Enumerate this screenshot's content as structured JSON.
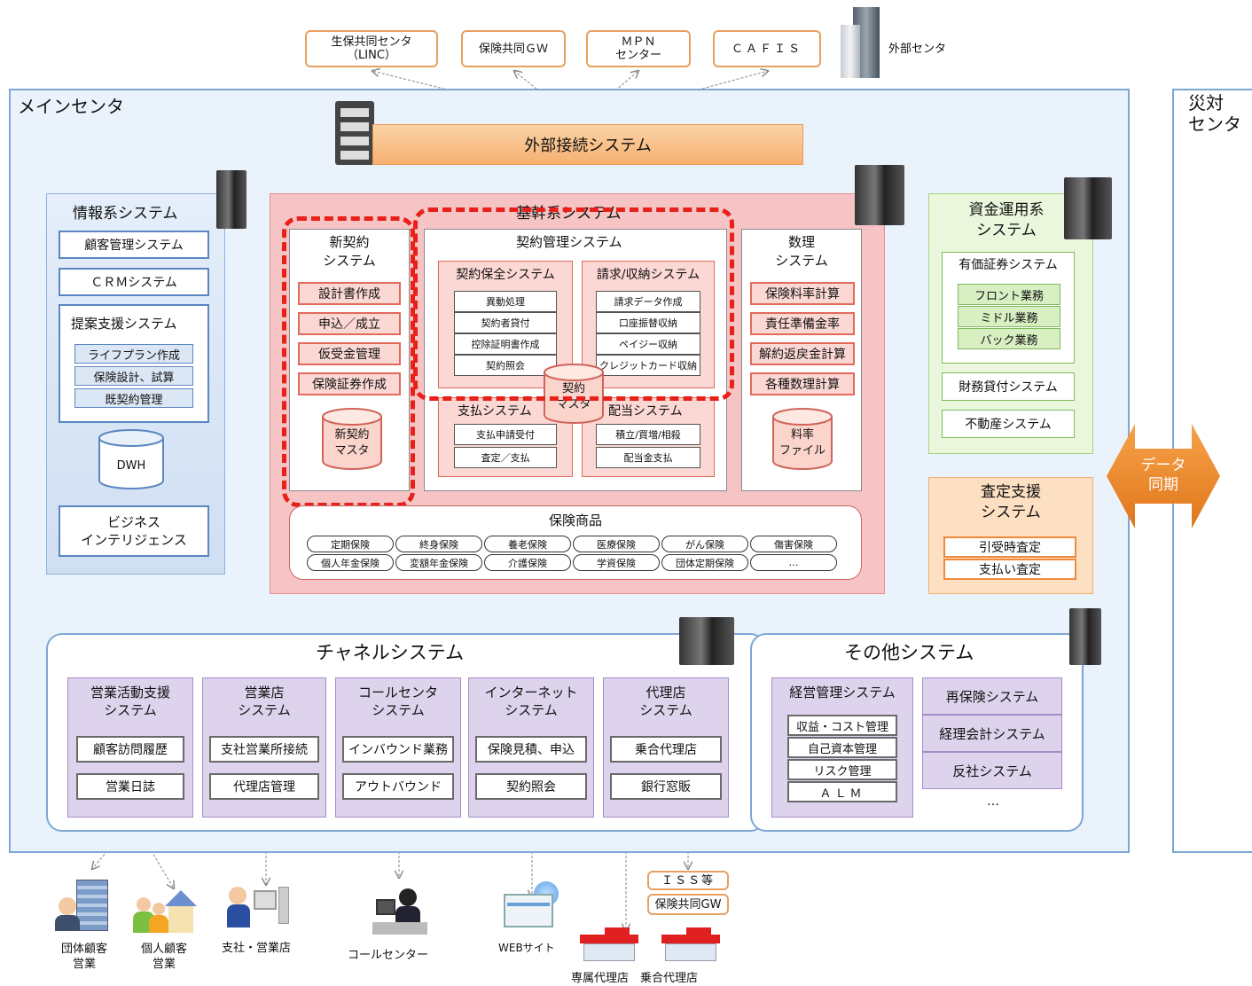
{
  "external": {
    "boxes": [
      "生保共同センタ\n（LINC）",
      "保険共同ＧＷ",
      "ＭＰＮ\nセンター",
      "ＣＡＦＩＳ"
    ],
    "outside_center_label": "外部センタ"
  },
  "main_center": {
    "label": "メインセンタ"
  },
  "dr_center": {
    "label": "災対\nセンタ"
  },
  "data_sync": "データ\n同期",
  "external_connection": "外部接続システム",
  "info_system": {
    "title": "情報系システム",
    "items": [
      "顧客管理システム",
      "ＣＲＭシステム"
    ],
    "proposal": {
      "title": "提案支援システム",
      "items": [
        "ライフプラン作成",
        "保険設計、試算",
        "既契約管理"
      ]
    },
    "dwh": "DWH",
    "bi": "ビジネス\nインテリジェンス"
  },
  "core_system": {
    "title": "基幹系システム",
    "new_contract": {
      "title": "新契約\nシステム",
      "items": [
        "設計書作成",
        "申込／成立",
        "仮受金管理",
        "保険証券作成"
      ],
      "db": "新契約\nマスタ"
    },
    "contract_mgmt": {
      "title": "契約管理システム",
      "maintenance": {
        "title": "契約保全システム",
        "items": [
          "異動処理",
          "契約者貸付",
          "控除証明書作成",
          "契約照会"
        ]
      },
      "billing": {
        "title": "請求/収納システム",
        "items": [
          "請求データ作成",
          "口座振替収納",
          "ペイジー収納",
          "クレジットカード収納"
        ]
      },
      "payment": {
        "title": "支払システム",
        "items": [
          "支払申請受付",
          "査定／支払"
        ]
      },
      "dividend": {
        "title": "配当システム",
        "items": [
          "積立/買増/相殺",
          "配当金支払"
        ]
      },
      "db": "契約\nマスタ"
    },
    "actuarial": {
      "title": "数理\nシステム",
      "items": [
        "保険料率計算",
        "責任準備金率",
        "解約返戻金計算",
        "各種数理計算"
      ],
      "db": "料率\nファイル"
    },
    "products": {
      "title": "保険商品",
      "items": [
        "定期保険",
        "終身保険",
        "養老保険",
        "医療保険",
        "がん保険",
        "傷害保険",
        "個人年金保険",
        "変額年金保険",
        "介護保険",
        "学資保険",
        "団体定期保険",
        "…"
      ]
    }
  },
  "fund_system": {
    "title": "資金運用系\nシステム",
    "securities": {
      "title": "有価証券システム",
      "items": [
        "フロント業務",
        "ミドル業務",
        "バック業務"
      ]
    },
    "items": [
      "財務貸付システム",
      "不動産システム"
    ]
  },
  "assessment": {
    "title": "査定支援\nシステム",
    "items": [
      "引受時査定",
      "支払い査定"
    ]
  },
  "channel": {
    "title": "チャネルシステム",
    "columns": [
      {
        "title": "営業活動支援\nシステム",
        "items": [
          "顧客訪問履歴",
          "営業日誌"
        ]
      },
      {
        "title": "営業店\nシステム",
        "items": [
          "支社営業所接続",
          "代理店管理"
        ]
      },
      {
        "title": "コールセンタ\nシステム",
        "items": [
          "インバウンド業務",
          "アウトバウンド"
        ]
      },
      {
        "title": "インターネット\nシステム",
        "items": [
          "保険見積、申込",
          "契約照会"
        ]
      },
      {
        "title": "代理店\nシステム",
        "items": [
          "乗合代理店",
          "銀行窓販"
        ]
      }
    ]
  },
  "other": {
    "title": "その他システム",
    "management": {
      "title": "経営管理システム",
      "items": [
        "収益・コスト管理",
        "自己資本管理",
        "リスク管理",
        "ＡＬＭ"
      ]
    },
    "items": [
      "再保険システム",
      "経理会計システム",
      "反社システム"
    ],
    "more": "…"
  },
  "endpoints": {
    "group": "団体顧客\n営業",
    "personal": "個人顧客\n営業",
    "branch": "支社・営業店",
    "callcenter": "コールセンター",
    "web": "WEBサイト",
    "iss": "ＩＳＳ等",
    "gw": "保険共同GW",
    "agents": "専属代理店　乗合代理店"
  }
}
